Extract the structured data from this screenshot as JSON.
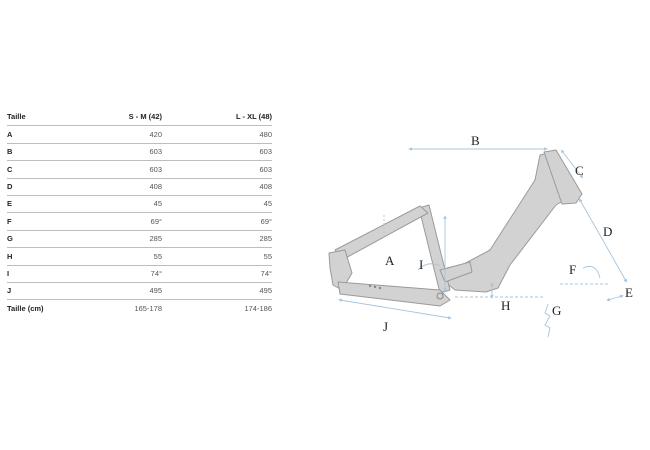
{
  "table": {
    "headers": [
      "Taille",
      "S - M (42)",
      "L - XL (48)"
    ],
    "rows": [
      {
        "key": "A",
        "sm": "420",
        "lxl": "480"
      },
      {
        "key": "B",
        "sm": "603",
        "lxl": "603"
      },
      {
        "key": "C",
        "sm": "603",
        "lxl": "603"
      },
      {
        "key": "D",
        "sm": "408",
        "lxl": "408"
      },
      {
        "key": "E",
        "sm": "45",
        "lxl": "45"
      },
      {
        "key": "F",
        "sm": "69°",
        "lxl": "69°"
      },
      {
        "key": "G",
        "sm": "285",
        "lxl": "285"
      },
      {
        "key": "H",
        "sm": "55",
        "lxl": "55"
      },
      {
        "key": "I",
        "sm": "74°",
        "lxl": "74°"
      },
      {
        "key": "J",
        "sm": "495",
        "lxl": "495"
      },
      {
        "key": "Taille (cm)",
        "sm": "165-178",
        "lxl": "174-186"
      }
    ]
  },
  "diagram": {
    "labels": {
      "A": "A",
      "B": "B",
      "C": "C",
      "D": "D",
      "E": "E",
      "F": "F",
      "G": "G",
      "H": "H",
      "I": "I",
      "J": "J"
    },
    "colors": {
      "frame_fill": "#d2d2d2",
      "frame_stroke": "#9a9a9a",
      "dimension_line": "#a8c4dc"
    }
  }
}
